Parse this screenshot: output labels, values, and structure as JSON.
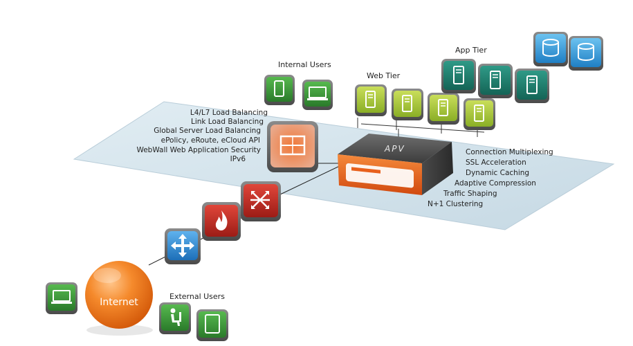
{
  "labels": {
    "internal_users": "Internal Users",
    "web_tier": "Web Tier",
    "app_tier": "App Tier",
    "external_users": "External Users",
    "internet": "Internet",
    "apv": "APV"
  },
  "left_features": [
    "L4/L7 Load Balancing",
    "Link Load Balancing",
    "Global Server Load Balancing",
    "ePolicy, eRoute, eCloud API",
    "WebWall Web Application Security",
    "IPv6"
  ],
  "right_features": [
    "Connection Multiplexing",
    "SSL Acceleration",
    "Dynamic Caching",
    "Adaptive Compression",
    "Traffic Shaping",
    "N+1 Clustering"
  ],
  "colors": {
    "platform": "#d3e3ec",
    "green_device": "#3e9a3c",
    "lime_server": "#a7c83a",
    "teal_server": "#1d7f6e",
    "blue_db": "#3a9fd8",
    "router_blue": "#2f8fd8",
    "firewall_red": "#c62b22",
    "switch_red": "#c3261f",
    "apv_orange": "#e8601c",
    "internet_orange": "#f07f1d"
  },
  "icons": {
    "internal_users": [
      "mobile-icon",
      "laptop-icon"
    ],
    "external_users": [
      "person-seated-icon",
      "tablet-icon"
    ],
    "left_user": "laptop-icon",
    "router": "arrows-cross-icon",
    "firewall": "flame-icon",
    "switch": "switch-arrows-icon",
    "apv_module": "module-icon"
  }
}
